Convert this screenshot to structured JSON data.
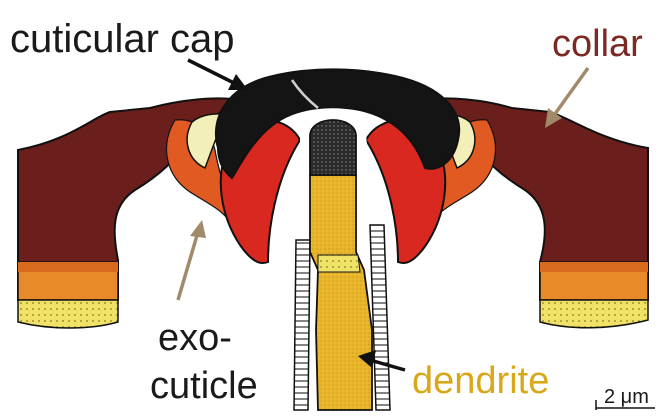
{
  "labels": {
    "cuticular_cap": "cuticular cap",
    "collar": "collar",
    "exo_line1": "exo-",
    "exo_line2": "cuticle",
    "dendrite": "dendrite",
    "scale_bar": "2 μm"
  },
  "colors": {
    "label_dark": "#1a1a1a",
    "label_collar": "#7a2a22",
    "label_dendrite": "#d9a81a",
    "collar": "#6b1f1c",
    "cap": "#141414",
    "red_socket": "#d9281f",
    "orange_rim": "#e05a22",
    "cream": "#f3efb8",
    "orange_layer": "#e98a2a",
    "yellow_layer": "#f0e266",
    "dendrite": "#e8b52a",
    "tip": "#2a2a2a",
    "arrow_dark": "#111111",
    "arrow_tan": "#a08a6a"
  },
  "icons": {
    "arrows": [
      "arrow-to-cap-icon",
      "arrow-to-collar-icon",
      "arrow-to-exocuticle-icon",
      "arrow-to-dendrite-icon"
    ]
  }
}
